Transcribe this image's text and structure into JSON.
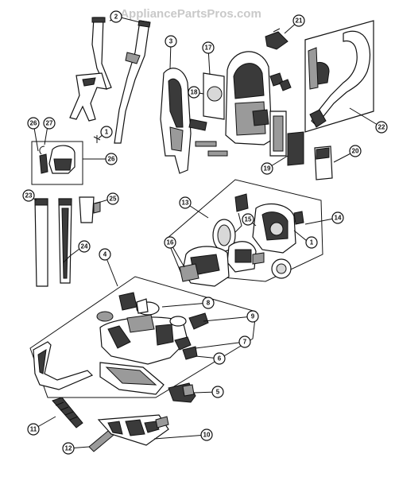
{
  "watermark": "AppliancePartsPros.com",
  "callouts": [
    {
      "id": "c1a",
      "label": "1"
    },
    {
      "id": "c2",
      "label": "2"
    },
    {
      "id": "c3",
      "label": "3"
    },
    {
      "id": "c17",
      "label": "17"
    },
    {
      "id": "c18",
      "label": "18"
    },
    {
      "id": "c21",
      "label": "21"
    },
    {
      "id": "c22",
      "label": "22"
    },
    {
      "id": "c19",
      "label": "19"
    },
    {
      "id": "c20",
      "label": "20"
    },
    {
      "id": "c26a",
      "label": "26"
    },
    {
      "id": "c27",
      "label": "27"
    },
    {
      "id": "c28",
      "label": "26"
    },
    {
      "id": "c23",
      "label": "23"
    },
    {
      "id": "c24",
      "label": "24"
    },
    {
      "id": "c25",
      "label": "25"
    },
    {
      "id": "c13",
      "label": "13"
    },
    {
      "id": "c15",
      "label": "15"
    },
    {
      "id": "c14",
      "label": "14"
    },
    {
      "id": "c1b",
      "label": "1"
    },
    {
      "id": "c16",
      "label": "16"
    },
    {
      "id": "c4",
      "label": "4"
    },
    {
      "id": "c8",
      "label": "8"
    },
    {
      "id": "c9",
      "label": "9"
    },
    {
      "id": "c7",
      "label": "7"
    },
    {
      "id": "c6",
      "label": "6"
    },
    {
      "id": "c5",
      "label": "5"
    },
    {
      "id": "c11",
      "label": "11"
    },
    {
      "id": "c12",
      "label": "12"
    },
    {
      "id": "c10",
      "label": "10"
    }
  ]
}
